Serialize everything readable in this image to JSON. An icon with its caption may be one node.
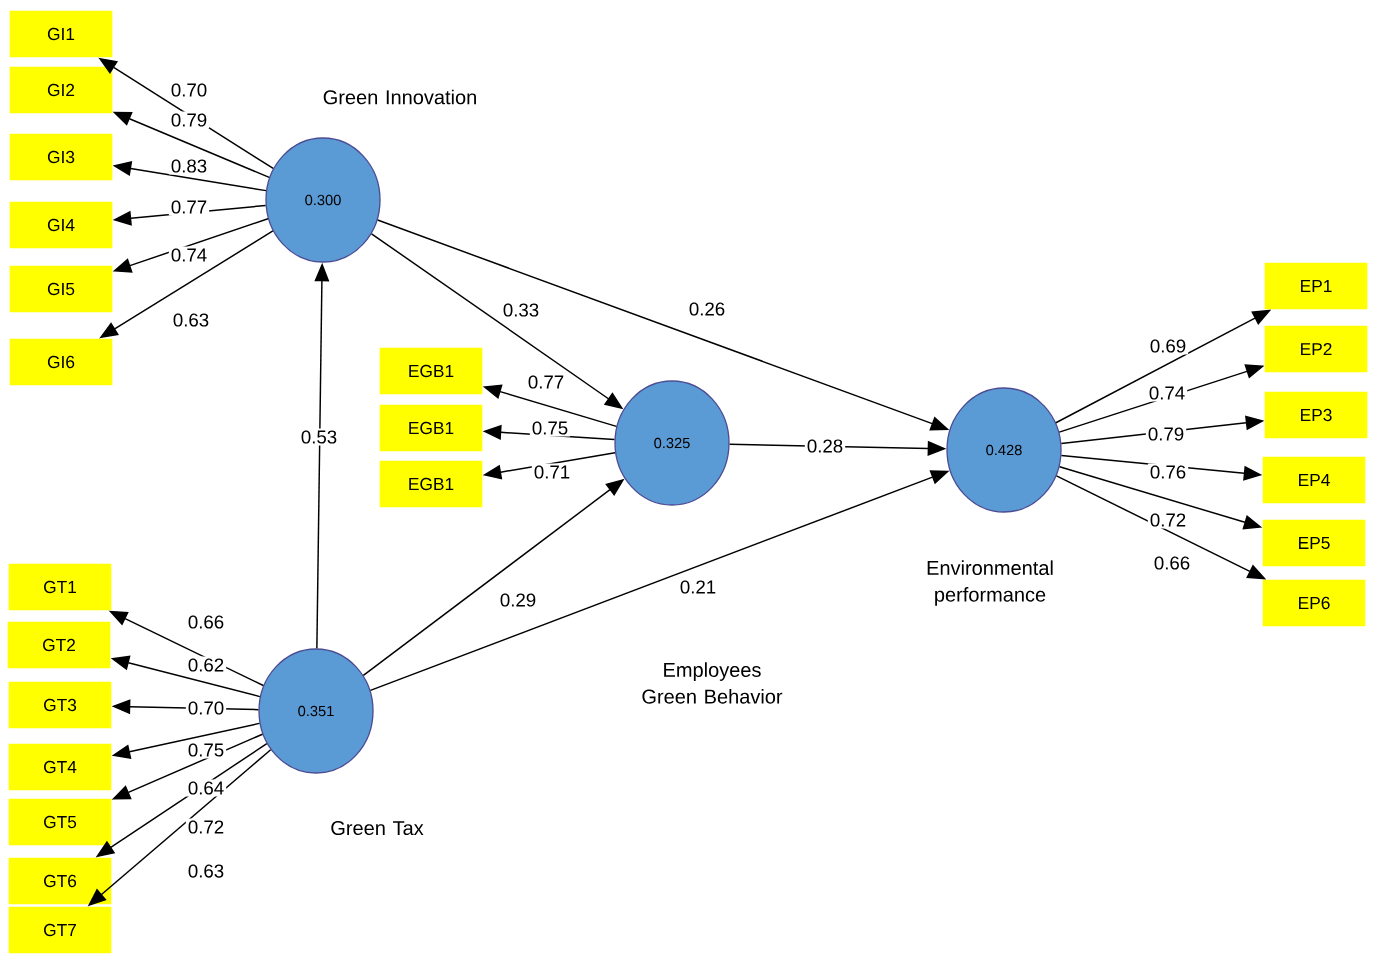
{
  "diagram": {
    "nodes": [
      {
        "text": [
          "0.300"
        ],
        "beside": [
          "Green Innovation"
        ]
      },
      {
        "text": [
          "0.325"
        ]
      },
      {
        "text": [
          "0.428"
        ],
        "beside": [
          "Environmental performance"
        ]
      },
      {
        "text": [
          "0.351"
        ],
        "beside": [
          "Green Tax"
        ]
      },
      {
        "text": [
          "GI1"
        ]
      },
      {
        "text": [
          "GI2"
        ]
      },
      {
        "text": [
          "GI3"
        ]
      },
      {
        "text": [
          "GI4"
        ]
      },
      {
        "text": [
          "GI5"
        ]
      },
      {
        "text": [
          "GI6"
        ]
      },
      {
        "text": [
          "EGB1"
        ]
      },
      {
        "text": [
          "EGB1"
        ]
      },
      {
        "text": [
          "EGB1"
        ]
      },
      {
        "text": [
          "EP1"
        ]
      },
      {
        "text": [
          "EP2"
        ]
      },
      {
        "text": [
          "EP3"
        ]
      },
      {
        "text": [
          "EP4"
        ]
      },
      {
        "text": [
          "EP5"
        ]
      },
      {
        "text": [
          "EP6"
        ]
      },
      {
        "text": [
          "GT1"
        ]
      },
      {
        "text": [
          "GT2"
        ]
      },
      {
        "text": [
          "GT3"
        ]
      },
      {
        "text": [
          "GT4"
        ]
      },
      {
        "text": [
          "GT5"
        ]
      },
      {
        "text": [
          "GT6"
        ]
      },
      {
        "text": [
          "GT7"
        ]
      }
    ],
    "edges": [
      {
        "from": 3,
        "to": 0,
        "arrow": "to",
        "label": "0.53"
      },
      {
        "from": 0,
        "to": 1,
        "arrow": "to",
        "label": "0.33"
      },
      {
        "from": 0,
        "to": 2,
        "arrow": "to",
        "label": "0.26"
      },
      {
        "from": 1,
        "to": 2,
        "arrow": "to",
        "label": "0.28"
      },
      {
        "from": 3,
        "to": 1,
        "arrow": "to",
        "label": "0.29"
      },
      {
        "from": 3,
        "to": 2,
        "arrow": "to",
        "label": "0.21"
      },
      {
        "from": 0,
        "to": 4,
        "arrow": "to",
        "label": "0.70"
      },
      {
        "from": 0,
        "to": 5,
        "arrow": "to",
        "label": "0.79"
      },
      {
        "from": 0,
        "to": 6,
        "arrow": "to",
        "label": "0.83"
      },
      {
        "from": 0,
        "to": 7,
        "arrow": "to",
        "label": "0.77"
      },
      {
        "from": 0,
        "to": 8,
        "arrow": "to",
        "label": "0.74"
      },
      {
        "from": 0,
        "to": 9,
        "arrow": "to",
        "label": "0.63"
      },
      {
        "from": 1,
        "to": 10,
        "arrow": "to",
        "label": "0.77"
      },
      {
        "from": 1,
        "to": 11,
        "arrow": "to",
        "label": "0.75"
      },
      {
        "from": 1,
        "to": 12,
        "arrow": "to",
        "label": "0.71"
      },
      {
        "from": 2,
        "to": 13,
        "arrow": "to",
        "label": "0.69"
      },
      {
        "from": 2,
        "to": 14,
        "arrow": "to",
        "label": "0.74"
      },
      {
        "from": 2,
        "to": 15,
        "arrow": "to",
        "label": "0.79"
      },
      {
        "from": 2,
        "to": 16,
        "arrow": "to",
        "label": "0.76"
      },
      {
        "from": 2,
        "to": 17,
        "arrow": "to",
        "label": "0.72"
      },
      {
        "from": 2,
        "to": 18,
        "arrow": "to",
        "label": "0.66"
      },
      {
        "from": 3,
        "to": 19,
        "arrow": "to",
        "label": "0.66"
      },
      {
        "from": 3,
        "to": 20,
        "arrow": "to",
        "label": "0.62"
      },
      {
        "from": 3,
        "to": 21,
        "arrow": "to",
        "label": "0.70"
      },
      {
        "from": 3,
        "to": 22,
        "arrow": "to",
        "label": "0.75"
      },
      {
        "from": 3,
        "to": 23,
        "arrow": "to",
        "label": "0.64"
      },
      {
        "from": 3,
        "to": 24,
        "arrow": "to",
        "label": "0.72"
      },
      {
        "from": 3,
        "to": 25,
        "arrow": "to",
        "label": "0.63"
      }
    ],
    "labels": [
      "Employees Green Behavior"
    ]
  }
}
